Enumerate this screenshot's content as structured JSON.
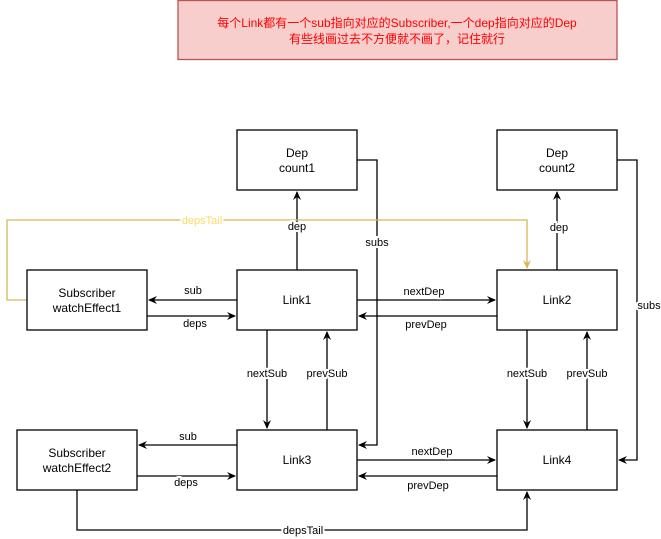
{
  "note": {
    "line1": "每个Link都有一个sub指向对应的Subscriber,一个dep指向对应的Dep",
    "line2": "有些线画过去不方便就不画了，记住就行",
    "colors": {
      "fill": "#f8cecc",
      "stroke": "#b85450",
      "text": "#ff0000"
    }
  },
  "nodes": {
    "dep1": {
      "line1": "Dep",
      "line2": "count1"
    },
    "dep2": {
      "line1": "Dep",
      "line2": "count2"
    },
    "sub1": {
      "line1": "Subscriber",
      "line2": "watchEffect1"
    },
    "sub2": {
      "line1": "Subscriber",
      "line2": "watchEffect2"
    },
    "link1": {
      "label": "Link1"
    },
    "link2": {
      "label": "Link2"
    },
    "link3": {
      "label": "Link3"
    },
    "link4": {
      "label": "Link4"
    }
  },
  "edges": {
    "link1_dep": "dep",
    "link2_dep": "dep",
    "dep1_subs": "subs",
    "dep2_subs": "subs",
    "sub1_depsTail": "depsTail",
    "link1_sub": "sub",
    "sub1_deps": "deps",
    "link1_nextDep": "nextDep",
    "link2_prevDep": "prevDep",
    "link1_nextSub": "nextSub",
    "link3_prevSub": "prevSub",
    "link2_nextSub": "nextSub",
    "link4_prevSub": "prevSub",
    "link3_sub": "sub",
    "sub2_deps": "deps",
    "link3_nextDep": "nextDep",
    "link4_prevDep": "prevDep",
    "sub2_depsTail": "depsTail"
  },
  "colors": {
    "depsTail_highlight": "#d6b656",
    "depsTail_label": "#ffd966"
  }
}
